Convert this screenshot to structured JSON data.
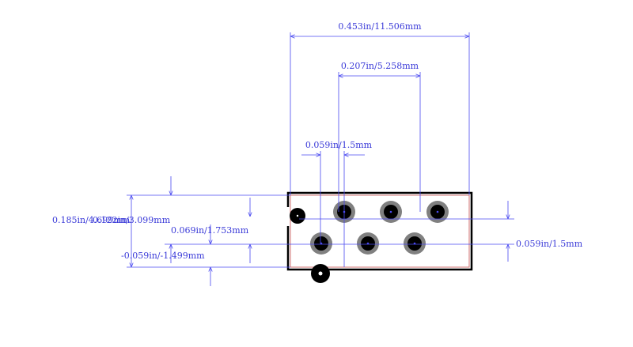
{
  "colors": {
    "dimension": "#4a4af0",
    "outline": "#000000",
    "courtyard": "#d07070",
    "pad_ring": "#808080",
    "pad_hole": "#000000",
    "background": "#ffffff"
  },
  "dimensions": {
    "overall_width": "0.453in/11.506mm",
    "pin_row_span": "0.207in/5.258mm",
    "pad_diameter": "0.059in/1.5mm",
    "overall_height": "0.185in/4.699mm",
    "row_offset_a": "0.122in/3.099mm",
    "row_pitch": "0.069in/1.753mm",
    "bottom_offset": "-0.059in/-1.499mm",
    "right_pad": "0.059in/1.5mm"
  }
}
